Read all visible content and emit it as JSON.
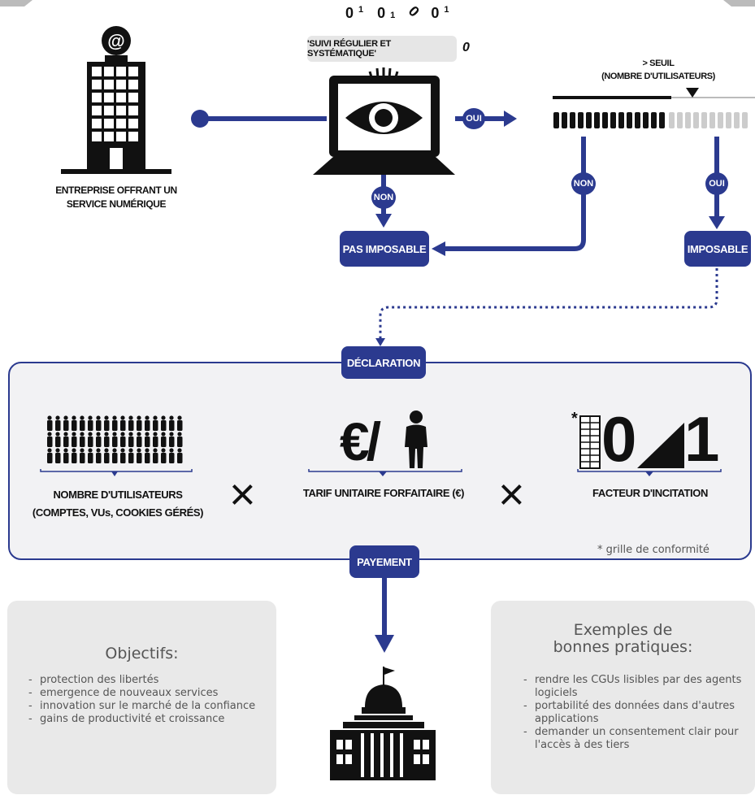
{
  "company": {
    "label_line1": "ENTREPRISE OFFRANT UN",
    "label_line2": "SERVICE NUMÉRIQUE"
  },
  "monitoring": {
    "bubble": "'SUIVI RÉGULIER ET SYSTÉMATIQUE'",
    "binary": [
      "0",
      "1",
      "0",
      "1",
      "0",
      "0",
      "1",
      "0"
    ]
  },
  "threshold": {
    "line1": "> SEUIL",
    "line2": "(NOMBRE D'UTILISATEURS)"
  },
  "decisions": {
    "oui": "OUI",
    "non": "NON"
  },
  "outcomes": {
    "not_taxable": "PAS IMPOSABLE",
    "taxable": "IMPOSABLE"
  },
  "declaration": {
    "label": "DÉCLARATION"
  },
  "formula": {
    "users_line1": "NOMBRE D'UTILISATEURS",
    "users_line2": "(COMPTES, VUs, COOKIES GÉRÉS)",
    "rate": "TARIF UNITAIRE FORFAITAIRE (€)",
    "rate_symbol": "€/",
    "factor": "FACTEUR D'INCITATION",
    "factor_zero": "0",
    "factor_one": "1",
    "asterisk": "*",
    "footnote": "* grille de conformité",
    "times": "×"
  },
  "payment": {
    "label": "PAYEMENT"
  },
  "objectives": {
    "title": "Objectifs:",
    "items": [
      "protection des libertés",
      "emergence de nouveaux services",
      "innovation sur le marché de la confiance",
      "gains de productivité et croissance"
    ]
  },
  "best_practices": {
    "title_line1": "Exemples de",
    "title_line2": "bonnes pratiques:",
    "items": [
      "rendre les CGUs lisibles par des agents logiciels",
      "portabilité des données dans d'autres applications",
      "demander un consentement clair pour l'accès à des tiers"
    ]
  },
  "colors": {
    "accent": "#2b3a8f",
    "dark": "#111111",
    "panel": "#f2f2f4",
    "card": "#e9e9e9"
  }
}
